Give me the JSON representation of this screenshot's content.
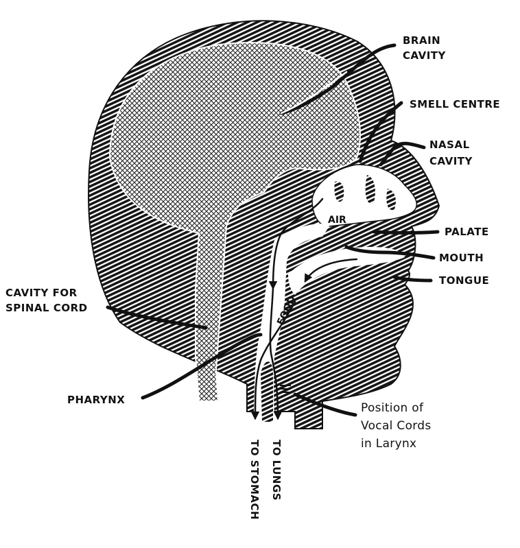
{
  "labels": {
    "brain_cavity": [
      "BRAIN",
      "CAVITY"
    ],
    "smell_centre": "SMELL CENTRE",
    "nasal_cavity": [
      "NASAL",
      "CAVITY"
    ],
    "palate": "PALATE",
    "mouth": "MOUTH",
    "tongue": "TONGUE",
    "spinal_cord": [
      "CAVITY FOR",
      "SPINAL CORD"
    ],
    "pharynx": "PHARYNX",
    "vocal_cords": [
      "Position of",
      "Vocal Cords",
      "in Larynx"
    ],
    "to_stomach": "TO STOMACH",
    "to_lungs": "TO LUNGS",
    "air": "AIR",
    "food": "FOOD"
  },
  "colors": {
    "ink": "#111111",
    "paper": "#ffffff"
  }
}
